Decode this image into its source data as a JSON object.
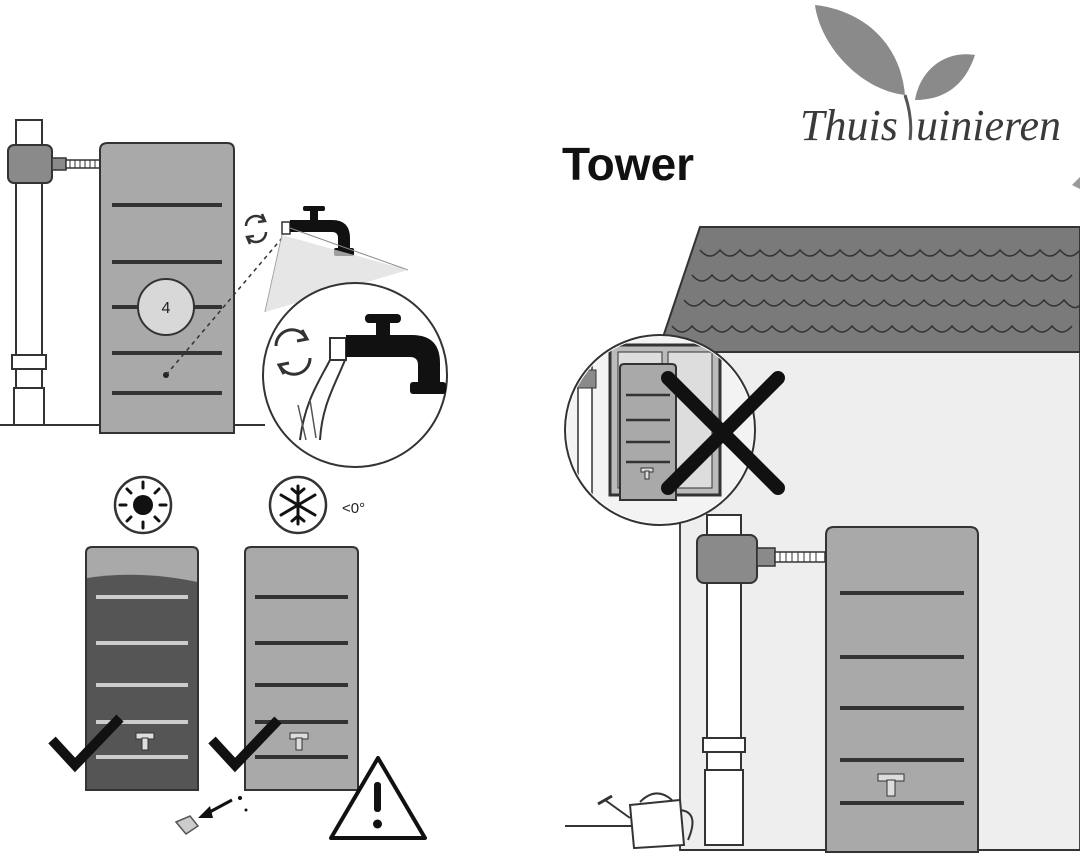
{
  "logo": {
    "text_left": "Thuis",
    "text_right": "uinieren"
  },
  "title": "Tower",
  "tank_badge": "4",
  "frost_label": "<0°",
  "icons": {
    "sun": "sun-icon",
    "frost": "snowflake-icon",
    "warning": "warning-icon",
    "check": "checkmark-icon",
    "cross": "cross-icon",
    "tap": "tap-icon",
    "rotate": "rotate-arrows-icon",
    "watering_can": "watering-can-icon"
  },
  "colors": {
    "tank_light": "#a9a9a9",
    "tank_dark": "#6a6a6a",
    "outline": "#222222",
    "wall": "#eeeeee",
    "roof": "#777777",
    "leaf": "#8a8a8a"
  }
}
